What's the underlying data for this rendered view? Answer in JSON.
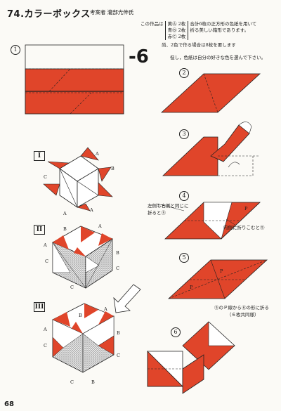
{
  "header": {
    "title": "74.カラーボックス",
    "author_label": "考案者",
    "author_name": "瀧部光伸氏"
  },
  "info": {
    "intro": "この作品は",
    "colors": [
      "黄Ⓐ 2枚",
      "青Ⓑ 2枚",
      "赤Ⓒ 2枚"
    ],
    "desc_line1": "合計6枚の正方形の色紙を用いて",
    "desc_line2": "折る美しい箱形であります。",
    "note_two": "尚、2色で作る場合は8枚を要します",
    "note_color": "但し，色紙は自分の好きな色を選んで下さい。"
  },
  "big_mark": "-6",
  "steps": {
    "s1": "1",
    "s2": "2",
    "s3": "3",
    "s4": "4",
    "s5": "5",
    "s6": "6"
  },
  "roman": {
    "r1": "I",
    "r2": "II",
    "r3": "III"
  },
  "captions": {
    "left_side": "左側も右側と同じに",
    "left_side2": "折ると⑤",
    "inner": "内側に折りこむと⑤",
    "step5a": "⑤のＰ線から⑥の形に折る",
    "step5b": "（６枚共同様）"
  },
  "labels": {
    "a": "A",
    "b": "B",
    "c": "C",
    "p": "P"
  },
  "page_number": "68",
  "colors": {
    "red": "#e0452a",
    "ink": "#1a1a1a",
    "paper": "#fbfaf6"
  }
}
